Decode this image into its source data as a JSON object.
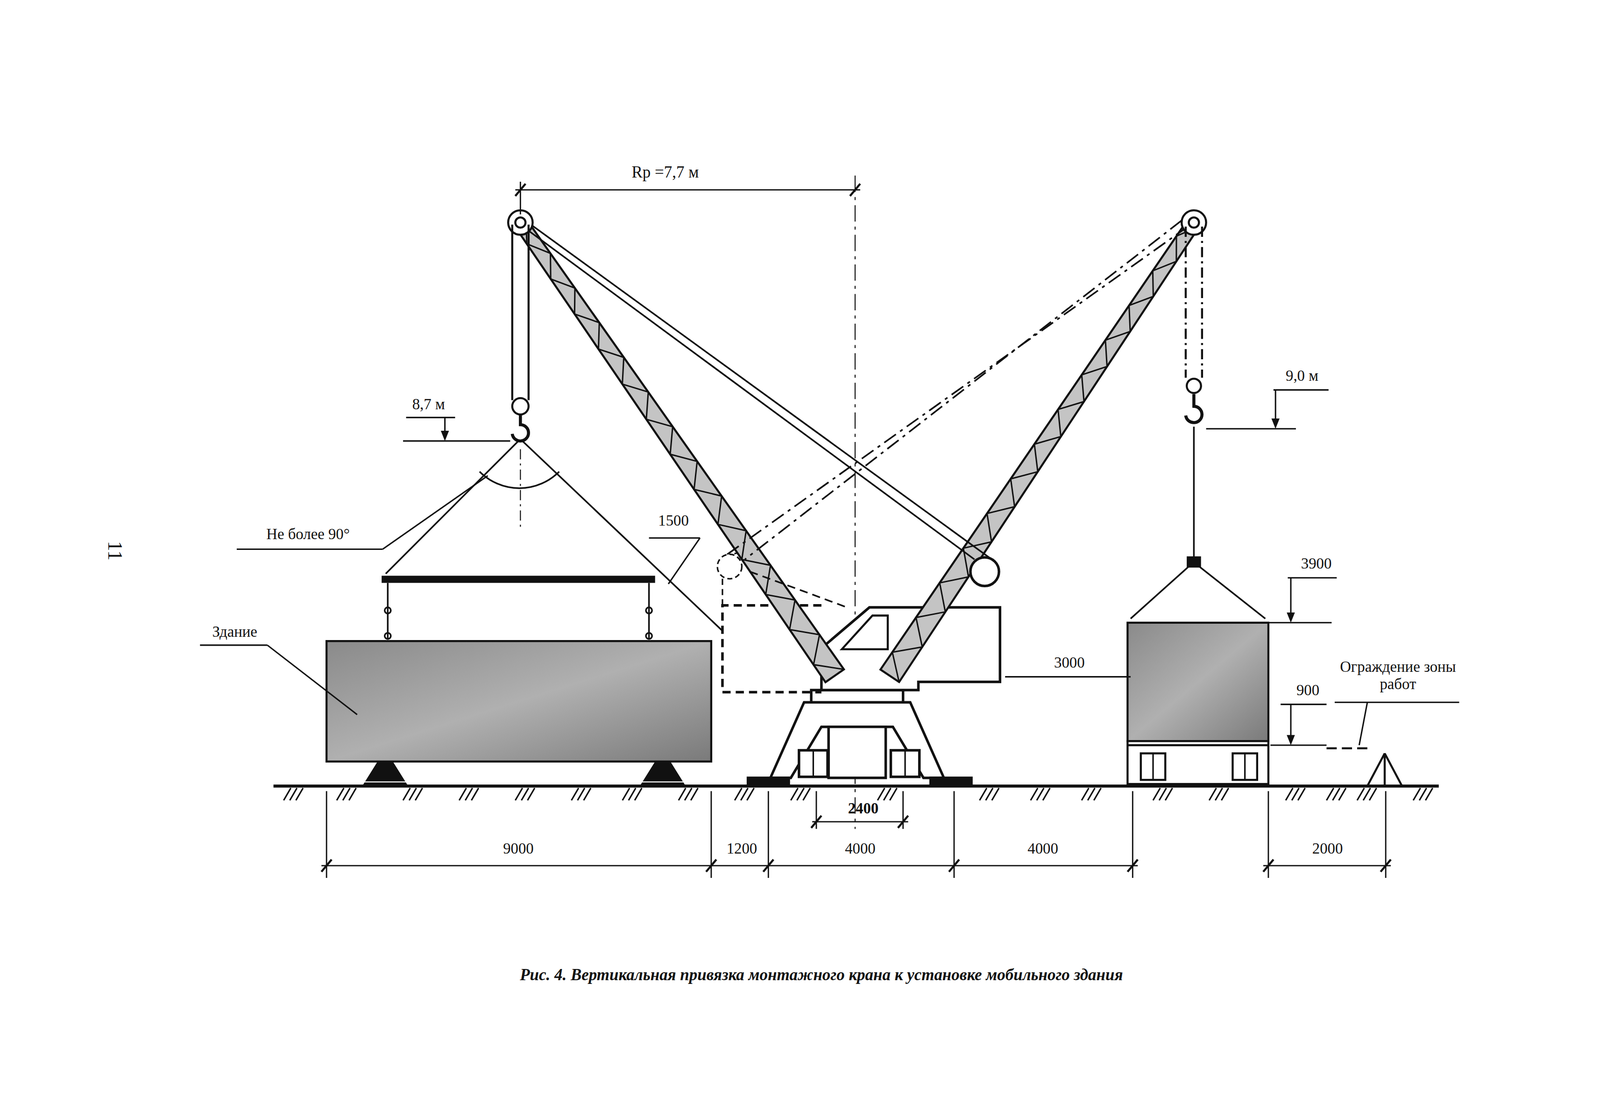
{
  "diagram": {
    "caption": "Рис. 4. Вертикальная привязка монтажного крана к установке мобильного здания",
    "labels": [
      "11",
      "Rр =7,7 м",
      "8,7 м",
      "9,0 м",
      "Не более 90°",
      "1500",
      "Здание",
      "3900",
      "3000",
      "900",
      "Ограждение зоны работ",
      "2400",
      "9000",
      "1200",
      "4000",
      "4000",
      "2000"
    ]
  }
}
